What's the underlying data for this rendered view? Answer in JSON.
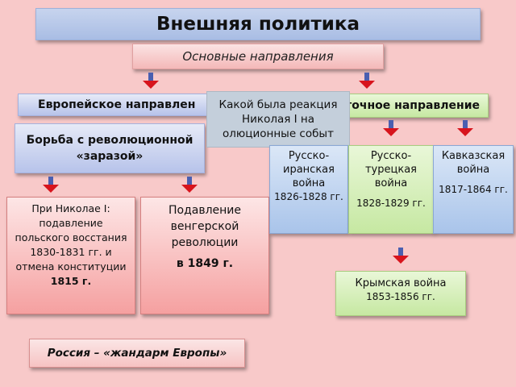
{
  "title": "Внешняя политика",
  "subtitle": "Основные направления",
  "europe": {
    "header": "Европейское направлен",
    "struggle": "Борьба с революционной «заразой»",
    "nikolai": {
      "text": "При Николае I: подавление польского восстания",
      "dates": "1830-1831",
      "text2": "гг. и отмена конституции",
      "year": "1815 г."
    },
    "hungary": {
      "text": "Подавление венгерской революции",
      "year": "в 1849 г."
    },
    "gendarme": "Россия – «жандарм Европы»"
  },
  "east": {
    "header": "точное направление",
    "wars": [
      {
        "name": "Русско-иранская война",
        "dates": "1826-1828 гг."
      },
      {
        "name": "Русско-турецкая война",
        "dates": "1828-1829 гг."
      },
      {
        "name": "Кавказская война",
        "dates": "1817-1864 гг."
      }
    ],
    "crimea": {
      "name": "Крымская война",
      "dates": "1853-1856 гг."
    }
  },
  "question": "Какой была реакция Николая I на олюционные событ",
  "colors": {
    "arrow_head": "#d7141d",
    "arrow_stem": "#4a5fb0",
    "background": "#f8c9c9"
  }
}
